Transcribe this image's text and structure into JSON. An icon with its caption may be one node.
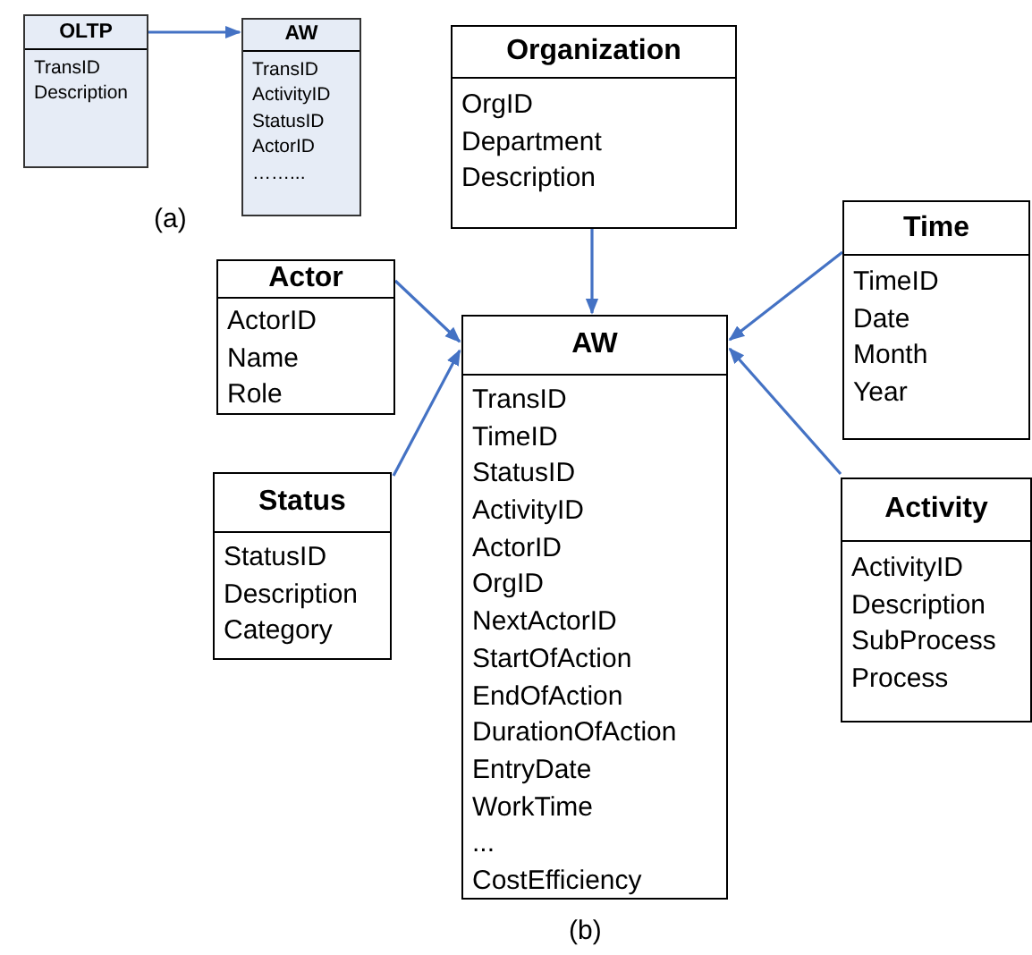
{
  "diagram": {
    "nodes": [
      {
        "text": [
          "OLTP",
          "TransID",
          "Description"
        ]
      },
      {
        "text": [
          "AW",
          "TransID",
          "ActivityID",
          "StatusID",
          "ActorID",
          "……..."
        ]
      },
      {
        "text": [
          "Organization",
          "OrgID",
          "Department",
          "Description"
        ]
      },
      {
        "text": [
          "Time",
          "TimeID",
          "Date",
          "Month",
          "Year"
        ]
      },
      {
        "text": [
          "Actor",
          "ActorID",
          "Name",
          "Role"
        ]
      },
      {
        "text": [
          "AW",
          "TransID",
          "TimeID",
          "StatusID",
          "ActivityID",
          "ActorID",
          "OrgID",
          "NextActorID",
          "StartOfAction",
          "EndOfAction",
          "DurationOfAction",
          "EntryDate",
          "WorkTime",
          "...",
          "CostEfficiency"
        ]
      },
      {
        "text": [
          "Status",
          "StatusID",
          "Description",
          "Category"
        ]
      },
      {
        "text": [
          "Activity",
          "ActivityID",
          "Description",
          "SubProcess",
          "Process"
        ]
      }
    ],
    "edges": [
      {
        "from": 0,
        "to": 1,
        "arrow": "to"
      },
      {
        "from": 2,
        "to": 5,
        "arrow": "to"
      },
      {
        "from": 3,
        "to": 5,
        "arrow": "to"
      },
      {
        "from": 4,
        "to": 5,
        "arrow": "to"
      },
      {
        "from": 6,
        "to": 5,
        "arrow": "to"
      },
      {
        "from": 7,
        "to": 5,
        "arrow": "to"
      }
    ],
    "labels": [
      "(a)",
      "(b)"
    ]
  }
}
